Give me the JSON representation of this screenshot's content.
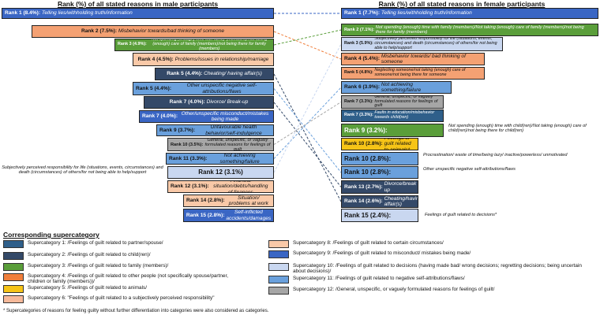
{
  "headers": {
    "male": "Rank (%) of all stated reasons in male participants",
    "female": "Rank (%) of all stated reasons in female participants"
  },
  "colors": {
    "s1": "#2f5f8a",
    "s2": "#f07f3c",
    "s3": "#5a9e3a",
    "s4": "#f4a173",
    "s5": "#f6c417",
    "s6": "#f6b99a",
    "s7": "#344968",
    "s8": "#f9c9a8",
    "s9": "#3a66c4",
    "s10": "#c9d7f0",
    "s11": "#6aa0dc",
    "s12": "#a6a6a6"
  },
  "male": [
    {
      "rank": "Rank 1 (8.4%): ",
      "text": "Telling lies/withholding truth/information",
      "sc": "s9"
    },
    {
      "rank": "Rank 2 (7.5%): ",
      "text": "Misbehavior towards/bad thinking of someone",
      "sc": "s4"
    },
    {
      "rank": "Rank 3 (4.9%): ",
      "text": "Not spending (enough) time with family (members)/Not taking (enough) care of family (members)/not being there for family (members)",
      "sc": "s3"
    },
    {
      "rank": "Rank 4 (4.5%): ",
      "text": "Problems/issues in relationship/marriage",
      "sc": "s8"
    },
    {
      "rank": "Rank 5 (4.4%): ",
      "text": "Cheating/ having affair(s)",
      "sc": "s7"
    },
    {
      "rank": "Rank 5 (4.4%): ",
      "text": "Other unspecific negative self-attributions/flaws",
      "sc": "s11"
    },
    {
      "rank": "Rank 7 (4.0%): ",
      "text": "Divorce/ Break-up",
      "sc": "s7"
    },
    {
      "rank": "Rank 7 (4.0%): ",
      "text": "Other/unspecific misconduct/mistakes being made",
      "sc": "s9"
    },
    {
      "rank": "Rank 9 (3.7%): ",
      "text": "Unfavourable health behavior/self-indulgence",
      "sc": "s11"
    },
    {
      "rank": "Rank 10 (3.5%): ",
      "text": "General, unspecific, or vaguely formulated reasons for feelings of guilt",
      "sc": "s12"
    },
    {
      "rank": "Rank 11 (3.3%): ",
      "text": "Not achieving something/failure",
      "sc": "s11"
    },
    {
      "rank": "Rank 12 (3.1%)",
      "text": "",
      "sc": "s10"
    },
    {
      "rank": "Rank 12 (3.1%): ",
      "text": "Financial situation/debts/handling of finances",
      "sc": "s8"
    },
    {
      "rank": "Rank 14 (2.8%): ",
      "text": "Situation/ problems at work",
      "sc": "s8"
    },
    {
      "rank": "Rank 15 (2.8%): ",
      "text": "Self-inflicted accidents/damages",
      "sc": "s9"
    }
  ],
  "male_note": "Subjectively perceived responsibility for life (situations, events, circumstances) and death (circumstances) of others/for not being able to help/support",
  "female": [
    {
      "rank": "Rank 1 (7.7%): ",
      "text": "Telling lies/withholding truth/information",
      "sc": "s9"
    },
    {
      "rank": "Rank 2 (7.1%): ",
      "text": "Not spending (enough) time with family (members)/Not taking (enough) care of family (members)/not being there for family (members)",
      "sc": "s3"
    },
    {
      "rank": "Rank 3 (5.9%): ",
      "text": "Subjectively perceived responsibility for life (situations, events, circumstances) and death (circumstances) of others/for not being able to help/support",
      "sc": "s10"
    },
    {
      "rank": "Rank 4 (5.4%): ",
      "text": "Misbehavior towards/ bad thinking of someone",
      "sc": "s4"
    },
    {
      "rank": "Rank 5 (4.8%): ",
      "text": "Neglecting someone/not taking (enough) care of someone/not being there for someone",
      "sc": "s4"
    },
    {
      "rank": "Rank 6 (3.9%): ",
      "text": "Not achieving something/failure",
      "sc": "s11"
    },
    {
      "rank": "Rank 7 (3.3%): ",
      "text": "General, unspecific, or vaguely formulated reasons for feelings of guilt",
      "sc": "s12"
    },
    {
      "rank": "Rank 7 (3.3%): ",
      "text": "Faults in education/misbehavior towards child(ren)",
      "sc": "s1"
    },
    {
      "rank": "Rank 9 (3.2%):",
      "text": "",
      "sc": "s3"
    },
    {
      "rank": "Rank 10 (2.8%): ",
      "text": "Feelings of guilt related to animals*",
      "sc": "s5"
    },
    {
      "rank": "Rank 10 (2.8%):",
      "text": "",
      "sc": "s11"
    },
    {
      "rank": "Rank 10 (2.8%):",
      "text": "",
      "sc": "s11"
    },
    {
      "rank": "Rank 13 (2.7%): ",
      "text": "Divorce/break up",
      "sc": "s7"
    },
    {
      "rank": "Rank 14 (2.6%): ",
      "text": "Cheating/having affair(s)",
      "sc": "s7"
    },
    {
      "rank": "Rank 15 (2.4%):",
      "text": "",
      "sc": "s10"
    }
  ],
  "female_notes": {
    "r9": "Not spending (enough) time with child(ren)/Not taking (enough) care of child(ren)/not being there for child(ren)",
    "r10a": "Procrastination/ waste of time/being lazy/ inactive/powerless/ unmotivated",
    "r10b": "Other unspecific negative self-attributions/flaws",
    "r15": "Feelings of guilt related to decisions*"
  },
  "legend_title": "Corresponding supercategory",
  "legend": [
    {
      "key": "s1",
      "label": "Supercategory 1: /Feelings of guilt related to partner/spouse/"
    },
    {
      "key": "s2",
      "label": "Supercategory 2: /Feelings of guilt related to child(ren)/"
    },
    {
      "key": "s3",
      "label": "Supercategory 3: /Feelings of guilt related to family (members)/"
    },
    {
      "key": "s4",
      "label": "Supercategory 4: /Feelings of guilt related to other people (not specifically spouse/partner, children or family (members))/"
    },
    {
      "key": "s5",
      "label": "Supercategory 5: /Feelings of guilt related to animals/"
    },
    {
      "key": "s6",
      "label": "Supercategory 6: \"Feelings of guilt related to a subjectively perceived responsibility\""
    },
    {
      "key": "s8",
      "label": "Supercategory 8: /Feelings of guilt related to certain circumstances/"
    },
    {
      "key": "s9",
      "label": "Supercategory 9: /Feelings of guilt related to misconduct/ mistakes being made/"
    },
    {
      "key": "s10",
      "label": "Supercategory 10: /Feelings of guilt related to decisions (having made bad/ wrong decisions; regretting decisions; being uncertain about decisions)/"
    },
    {
      "key": "s11",
      "label": "Supercategory 11: /Feelings of guilt related to negative self-attributions/flaws/"
    },
    {
      "key": "s12",
      "label": "Supercategory 12: /General, unspecific, or vaguely formulated reasons for feelings of guilt/"
    }
  ],
  "footnote": "* Supercategories of reasons for feeling guilty without further differentiation into categories were also considered as categories."
}
